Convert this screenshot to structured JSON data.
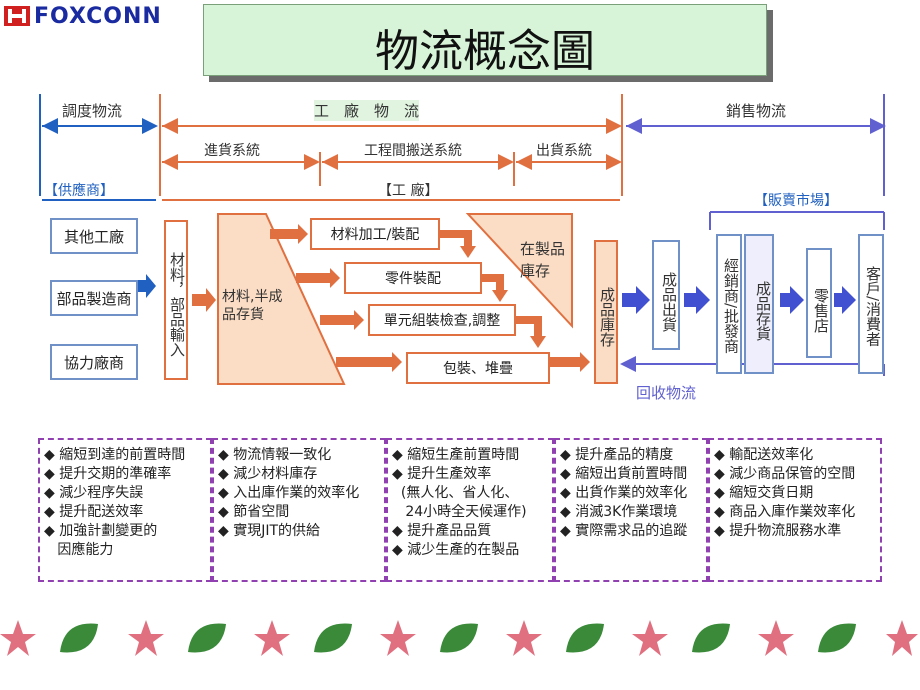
{
  "logo": {
    "text": "FOXCONN"
  },
  "title": "物流概念圖",
  "header": {
    "dispatch": "調度物流",
    "factory": "工　廠　物　流",
    "sales": "銷售物流",
    "inbound": "進貨系統",
    "transfer": "工程間搬送系統",
    "outbound": "出貨系統",
    "supplier_label": "【供應商】",
    "factory_label": "【工 廠】",
    "market_label": "【販賣市場】"
  },
  "suppliers": [
    "其他工廠",
    "部品製造商",
    "協力廠商"
  ],
  "factory": {
    "material_input": "材料，部品輸入",
    "semi_stock": "材料,半成品存貨",
    "processes": [
      "材料加工/裝配",
      "零件裝配",
      "單元組裝檢查,調整",
      "包裝、堆疊"
    ],
    "wip_stock": "在製品庫存",
    "finished_stock": "成品庫存"
  },
  "sales_side": {
    "shipment": "成品出貨",
    "distributor": "經銷商/批發商",
    "product_stock": "成品存貨",
    "retail": "零售店",
    "customer": "客戶/消費者",
    "recycle": "回收物流"
  },
  "benefits": [
    [
      "縮短到達的前置時間",
      "提升交期的準確率",
      "減少程序失誤",
      "提升配送效率",
      "加強計劃變更的",
      "因應能力"
    ],
    [
      "物流情報一致化",
      "減少材料庫存",
      "入出庫作業的效率化",
      "節省空間",
      "實現JIT的供給"
    ],
    [
      "縮短生產前置時間",
      "提升生產效率",
      "(無人化、省人化、",
      "24小時全天候運作)",
      "提升產品品質",
      "減少生產的在製品"
    ],
    [
      "提升產品的精度",
      "縮短出貨前置時間",
      "出貨作業的效率化",
      "消滅3K作業環境",
      "實際需求品的追蹤"
    ],
    [
      "輸配送效率化",
      "減少商品保管的空間",
      "縮短交貨日期",
      "商品入庫作業效率化",
      "提升物流服務水準"
    ]
  ],
  "colors": {
    "orange": "#e07040",
    "blue": "#7090c8",
    "dark_blue": "#2040c0",
    "purple": "#9040b0",
    "pink": "#e07080",
    "green": "#3a8a3a"
  }
}
